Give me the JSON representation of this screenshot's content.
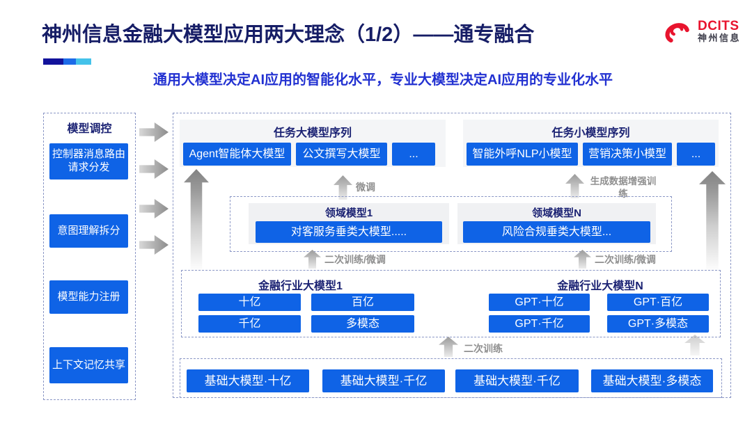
{
  "header": {
    "title": "神州信息金融大模型应用两大理念（1/2）——通专融合",
    "subtitle": "通用大模型决定AI应用的智能化水平，专业大模型决定AI应用的专业化水平",
    "logo": {
      "name": "DCITS",
      "cn": "神州信息"
    }
  },
  "colors": {
    "node_blue": "#0f63e6",
    "title_navy": "#161d66",
    "subtitle_blue": "#2231d1",
    "logo_red": "#e8142e",
    "annotation_gray": "#8f8f8f",
    "accent_segments": [
      "#12129b",
      "#1d6be8",
      "#44c2ea"
    ]
  },
  "sidebar": {
    "title": "模型调控",
    "items": [
      {
        "label": "控制器消息路由请求分发"
      },
      {
        "label": "意图理解拆分"
      },
      {
        "label": "模型能力注册"
      },
      {
        "label": "上下文记忆共享"
      }
    ]
  },
  "diagram": {
    "task_large": {
      "title": "任务大模型序列",
      "items": [
        "Agent智能体大模型",
        "公文撰写大模型",
        "..."
      ]
    },
    "task_small": {
      "title": "任务小模型序列",
      "items": [
        "智能外呼NLP小模型",
        "营销决策小模型",
        "..."
      ]
    },
    "annotations": {
      "finetune": "微调",
      "gen_data_training": "生成数据增强训练",
      "secondary_finetune_left": "二次训练/微调",
      "secondary_finetune_right": "二次训练/微调",
      "secondary_training": "二次训练"
    },
    "domain": {
      "panels": [
        {
          "title": "领域模型1",
          "item": "对客服务垂类大模型....."
        },
        {
          "title": "领域模型N",
          "item": "风险合规垂类大模型..."
        }
      ]
    },
    "industry": {
      "panels": [
        {
          "title": "金融行业大模型1",
          "items": [
            "十亿",
            "百亿",
            "千亿",
            "多模态"
          ]
        },
        {
          "title": "金融行业大模型N",
          "items": [
            "GPT·十亿",
            "GPT·百亿",
            "GPT·千亿",
            "GPT·多模态"
          ]
        }
      ]
    },
    "foundation": {
      "items": [
        "基础大模型·十亿",
        "基础大模型·千亿",
        "基础大模型·千亿",
        "基础大模型·多模态"
      ]
    }
  }
}
